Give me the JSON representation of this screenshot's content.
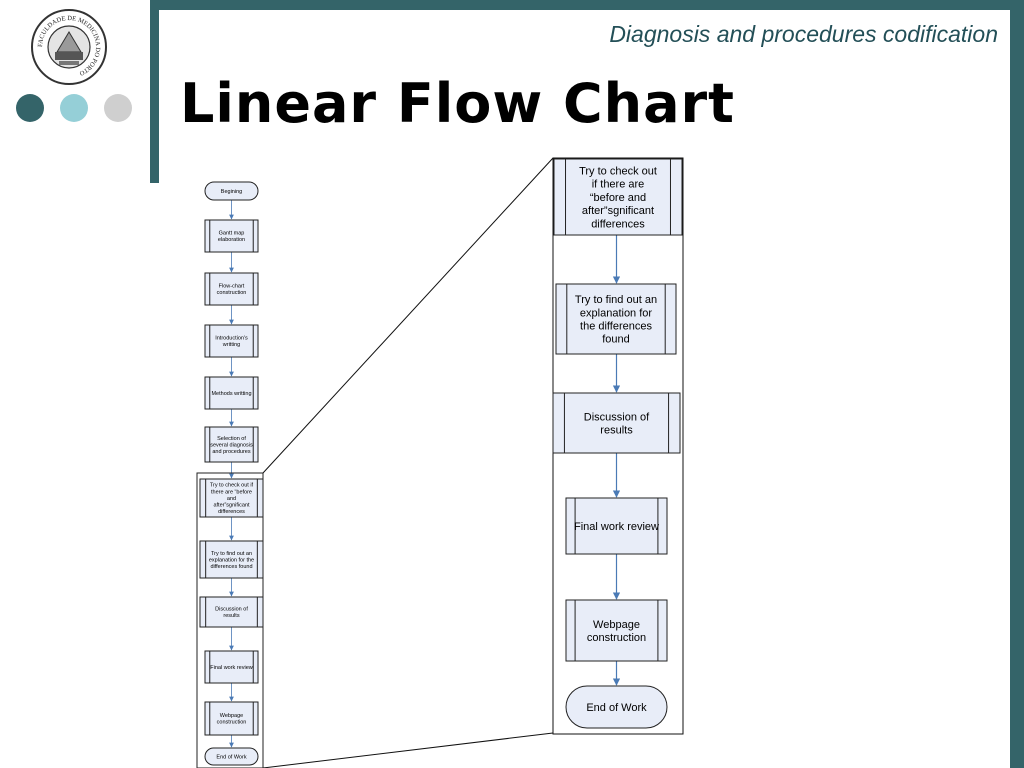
{
  "header": {
    "subtitle": "Diagnosis and procedures codification",
    "title": "Linear Flow Chart"
  },
  "theme": {
    "frame_color": "#346469",
    "dot_colors": [
      "#346469",
      "#95cfd7",
      "#cfcfcf"
    ],
    "node_fill": "#e8edf8",
    "arrow_color": "#4a7ab5"
  },
  "logo": {
    "icon": "faculty-seal-icon",
    "text": "FACULDADE DE MEDICINA DO PORTO"
  },
  "flowchart": {
    "nodes": [
      {
        "label": "Begining",
        "shape": "terminator"
      },
      {
        "label": "Gantt map elaboration",
        "shape": "process"
      },
      {
        "label": "Flow-chart construction",
        "shape": "process"
      },
      {
        "label": "Introduction's writting",
        "shape": "process"
      },
      {
        "label": "Methods writting",
        "shape": "process"
      },
      {
        "label": "Selection of several diagnosis and procedures",
        "shape": "process"
      },
      {
        "label": "Try to check out if there are “before and after”sgnificant differences",
        "shape": "process"
      },
      {
        "label": "Try to find out an explanation for the differences found",
        "shape": "process"
      },
      {
        "label": "Discussion of results",
        "shape": "process"
      },
      {
        "label": "Final work review",
        "shape": "process"
      },
      {
        "label": "Webpage construction",
        "shape": "process"
      },
      {
        "label": "End of Work",
        "shape": "terminator"
      }
    ],
    "zoomed_node_indices": [
      6,
      7,
      8,
      9,
      10,
      11
    ]
  }
}
